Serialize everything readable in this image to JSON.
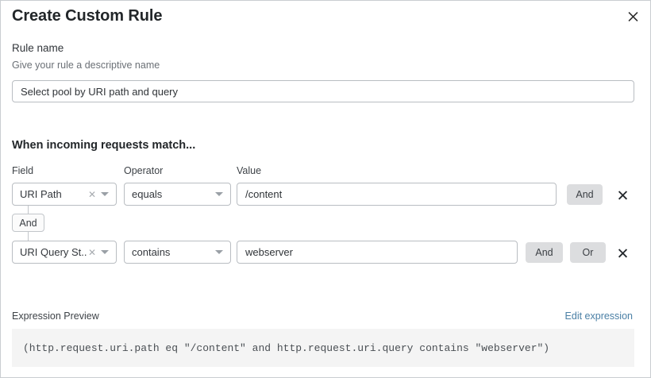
{
  "dialog": {
    "title": "Create Custom Rule",
    "close_icon": "close-icon"
  },
  "rule_name": {
    "label": "Rule name",
    "help": "Give your rule a descriptive name",
    "value": "Select pool by URI path and query",
    "placeholder": ""
  },
  "conditions": {
    "heading": "When incoming requests match...",
    "columns": {
      "field": "Field",
      "operator": "Operator",
      "value": "Value"
    },
    "connector": {
      "label": "And"
    },
    "rows": [
      {
        "field": "URI Path",
        "operator": "equals",
        "value": "/content",
        "buttons": [
          "And"
        ],
        "delete_icon": "close-icon"
      },
      {
        "field": "URI Query St...",
        "operator": "contains",
        "value": "webserver",
        "buttons": [
          "And",
          "Or"
        ],
        "delete_icon": "close-icon"
      }
    ]
  },
  "expression": {
    "label": "Expression Preview",
    "edit_link": "Edit expression",
    "text": "(http.request.uri.path eq \"/content\" and http.request.uri.query contains \"webserver\")"
  },
  "colors": {
    "link": "#4a7fa5",
    "button_gray": "#dcdddf",
    "border": "#b9bdc2",
    "preview_bg": "#f4f4f4"
  }
}
